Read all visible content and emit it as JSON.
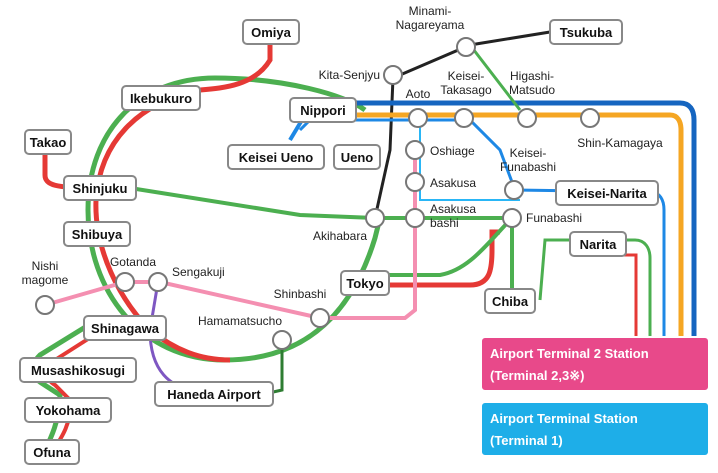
{
  "colors": {
    "yamanote": "#4caf50",
    "saikyo_red": "#e53935",
    "keisei_blue": "#1e88e5",
    "access_orange": "#f5a623",
    "skyliner_navy": "#1565c0",
    "asakusa_pink": "#f48fb1",
    "tsukuba_black": "#222222",
    "keikyu_purple": "#7e57c2",
    "monorail_green": "#2e7d32",
    "light_blue": "#29b6f6",
    "terminal2_bg": "#e8498a",
    "terminal1_bg": "#1eaee8"
  },
  "stations_boxed": {
    "omiya": "Omiya",
    "tsukuba": "Tsukuba",
    "ikebukuro": "Ikebukuro",
    "nippori": "Nippori",
    "takao": "Takao",
    "keisei_ueno": "Keisei Ueno",
    "ueno": "Ueno",
    "shinjuku": "Shinjuku",
    "keisei_narita": "Keisei-Narita",
    "shibuya": "Shibuya",
    "narita": "Narita",
    "tokyo": "Tokyo",
    "chiba": "Chiba",
    "shinagawa": "Shinagawa",
    "haneda": "Haneda Airport",
    "musashikosugi": "Musashikosugi",
    "yokohama": "Yokohama",
    "ofuna": "Ofuna"
  },
  "stations_small": {
    "minami_1": "Minami-",
    "minami_2": "Nagareyama",
    "kita_senjyu": "Kita-Senjyu",
    "aoto": "Aoto",
    "keisei_takasago_1": "Keisei-",
    "keisei_takasago_2": "Takasago",
    "higashi_matsudo_1": "Higashi-",
    "higashi_matsudo_2": "Matsudo",
    "shin_kamagaya": "Shin-Kamagaya",
    "oshiage": "Oshiage",
    "keisei_funabashi_1": "Keisei-",
    "keisei_funabashi_2": "Funabashi",
    "asakusa": "Asakusa",
    "akihabara": "Akihabara",
    "asakusabashi_1": "Asakusa",
    "asakusabashi_2": "bashi",
    "funabashi": "Funabashi",
    "nishi_magome_1": "Nishi",
    "nishi_magome_2": "magome",
    "gotanda": "Gotanda",
    "sengakuji": "Sengakuji",
    "shinbashi": "Shinbashi",
    "hamamatsucho": "Hamamatsucho"
  },
  "terminals": {
    "t2_line1": "Airport Terminal 2 Station",
    "t2_line2": "(Terminal 2,3※)",
    "t1_line1": "Airport Terminal Station",
    "t1_line2": "(Terminal 1)"
  }
}
